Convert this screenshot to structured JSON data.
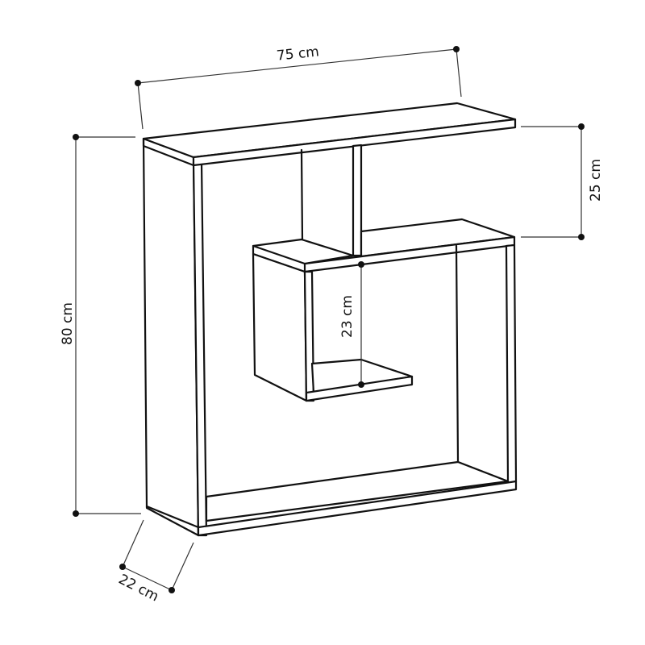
{
  "diagram": {
    "type": "furniture-dimension-drawing",
    "subject": "wall shelf with offset cubby",
    "line_color": "#111111",
    "background": "#ffffff"
  },
  "dimensions": {
    "width": {
      "label": "75 cm",
      "value": 75,
      "unit": "cm"
    },
    "height": {
      "label": "80 cm",
      "value": 80,
      "unit": "cm"
    },
    "depth": {
      "label": "22 cm",
      "value": 22,
      "unit": "cm"
    },
    "top_compartment_height": {
      "label": "25 cm",
      "value": 25,
      "unit": "cm"
    },
    "inner_cubby_height": {
      "label": "23 cm",
      "value": 23,
      "unit": "cm"
    }
  }
}
